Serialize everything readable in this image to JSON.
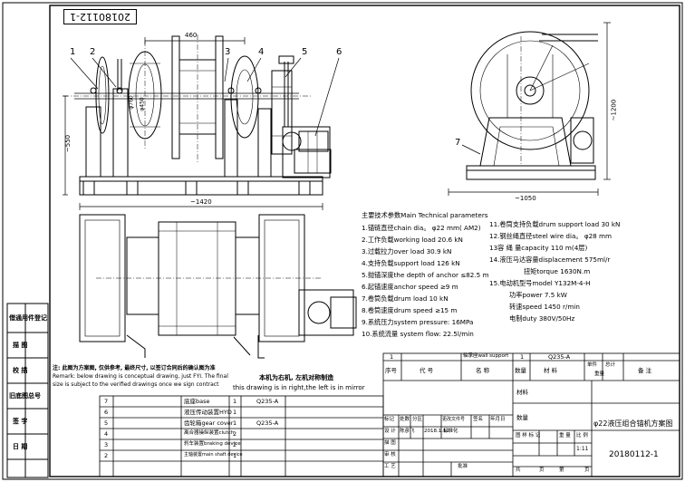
{
  "drawing": {
    "number_top": "20180112-1",
    "number_bottom": "20180112-1",
    "title": "φ22液压组合锚机方案图",
    "scale": "1:11",
    "balloons": [
      "1",
      "2",
      "3",
      "4",
      "5",
      "6",
      "7"
    ]
  },
  "dimensions": {
    "top_460": "460",
    "height_550": "~550",
    "width_1420": "~1420",
    "width_1050": "~1050",
    "height_1200": "~1200",
    "dia_760": "φ760",
    "dia_450": "φ450"
  },
  "left_margin": [
    "借通用件登记",
    "描 图",
    "校 描",
    "旧底图总号",
    "签 字",
    "日 期"
  ],
  "params": {
    "heading": "主要技术参数Main Technical parameters",
    "left": [
      "1.锚链直径chain dia。 φ22 mm( AM2)",
      "2.工作负载working load   20.6 kN",
      "3.过载拉力over load   30.9 kN",
      "4.支持负载support load   126 kN",
      "5.抛锚深度the depth of anchor  ≤82.5 m",
      "6.起锚速度anchor speed   ≥9 m",
      "7.卷筒负载drum load   10 kN",
      "8.卷筒速度drum speed   ≥15 m",
      "9.系统压力system pressure:   16MPa",
      "10.系统流量 system flow:   22.5l/min"
    ],
    "right": [
      "11.卷筒支持负载drum support load  30 kN",
      "12.钢丝绳直径steel wire dia。  φ28 mm",
      "13容 绳 量capacity    110 m(4层)",
      "14.液压马达容量displacement 575ml/r",
      "扭矩torque 1630N.m",
      "15.电动机型号model  Y132M-4-H",
      "功率power   7.5 kW",
      "转速speed   1450 r/min",
      "电制duty   380V/50Hz"
    ]
  },
  "remarks": {
    "cn": "注: 此图为方案图, 仅供参考, 最终尺寸, 以签订合同后的确认图为准",
    "en1": "Remark: below drawing is conceptual drawing, just FYI. The final",
    "en2": "size is subject to the verified drawings once we sign contract",
    "center_cn": "本机为右机, 左机对称制造",
    "center_en": "this drawing is in right,the left is in mirror"
  },
  "bom_header": {
    "seq": "序号",
    "code": "代 号",
    "name": "名 称",
    "qty": "数量",
    "material": "材 料",
    "unit_w": "单件",
    "total_w": "总计",
    "weight": "重量",
    "note": "备 注"
  },
  "bom_row1": {
    "no": "1",
    "name": "轴承座wall support",
    "qty": "1",
    "material": "Q235-A"
  },
  "bom": [
    {
      "no": "7",
      "name": "底座base",
      "qty": "1",
      "material": "Q235-A"
    },
    {
      "no": "6",
      "name": "液压传动装置HYD",
      "qty": "1",
      "material": ""
    },
    {
      "no": "5",
      "name": "齿轮箱gear cover",
      "qty": "1",
      "material": "Q235-A"
    },
    {
      "no": "4",
      "name": "离合器操纵装置clutch",
      "qty": "2",
      "material": ""
    },
    {
      "no": "3",
      "name": "刹车装置braking device",
      "qty": "2",
      "material": ""
    },
    {
      "no": "2",
      "name": "主轴装置main shaft device",
      "qty": "1",
      "material": ""
    }
  ],
  "title_block": {
    "material": "材料",
    "quantity": "数量",
    "row_mark": "标记",
    "row_count": "处数",
    "row_zone": "分区",
    "row_doc": "更改文件号",
    "row_sign": "签名",
    "row_date": "年月日",
    "design": "设 计",
    "designer": "陈彦飞",
    "design_date": "2018.1.12",
    "standard": "标准化",
    "drawing": "描 图",
    "check": "审 核",
    "tech": "工 艺",
    "approve": "批准",
    "stage": "图 样 标 记",
    "wt": "重 量",
    "scale_lbl": "比 例",
    "sheet_total": "共",
    "sheet": "页",
    "sheet_no": "第",
    "sheet_end": "页"
  }
}
